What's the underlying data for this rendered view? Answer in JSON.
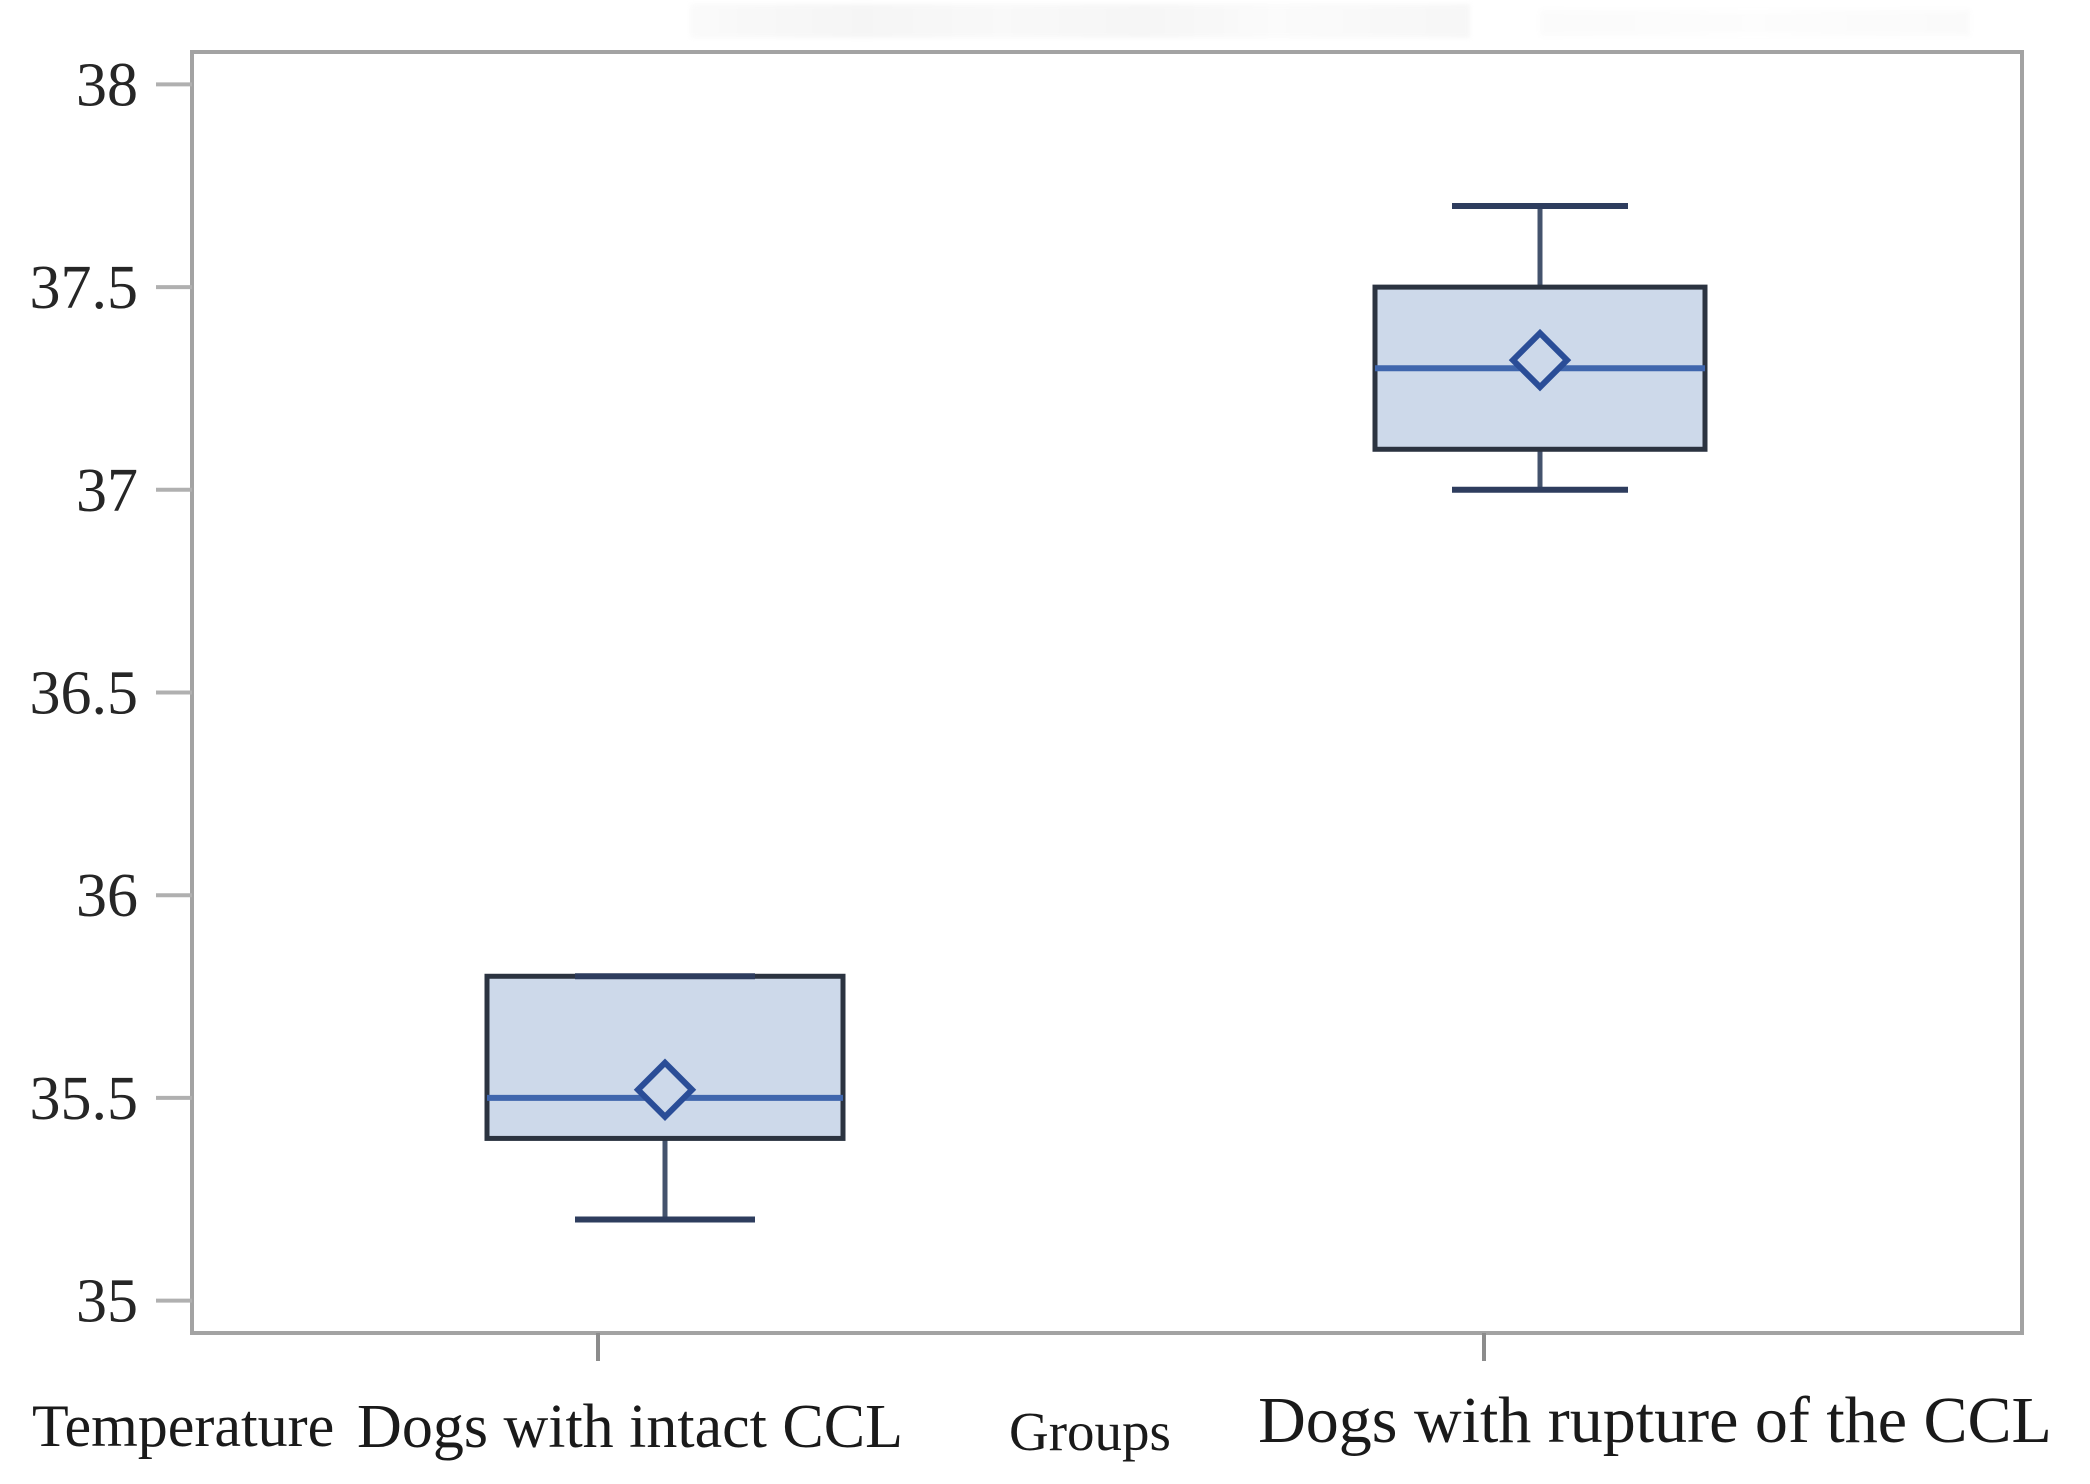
{
  "chart_data": {
    "type": "boxplot",
    "title": "",
    "ylabel": "Temperature",
    "xlabel": "Groups",
    "categories": [
      "Dogs with intact CCL",
      "Dogs with rupture of the CCL"
    ],
    "series": [
      {
        "name": "Dogs with intact CCL",
        "min": 35.2,
        "q1": 35.4,
        "median": 35.5,
        "q3": 35.8,
        "max": 35.8,
        "mean": 35.52
      },
      {
        "name": "Dogs with rupture of the CCL",
        "min": 37.0,
        "q1": 37.1,
        "median": 37.3,
        "q3": 37.5,
        "max": 37.7,
        "mean": 37.32
      }
    ],
    "y_ticks": [
      38,
      37.5,
      37,
      36.5,
      36,
      35.5,
      35
    ],
    "ylim": [
      34.92,
      38.08
    ],
    "grid": false,
    "legend": "none",
    "mean_marker": "diamond-outline",
    "colors": {
      "box_fill": "#cdd9ea",
      "box_border": "#2b3340",
      "median": "#3f66ad",
      "whisker": "#44536d",
      "cap": "#2e3d5e",
      "mean": "#2a4d97",
      "frame": "#a3a3a3",
      "tick": "#b0b0b0",
      "tick2": "#8c8c8c",
      "text": "#262626"
    }
  }
}
